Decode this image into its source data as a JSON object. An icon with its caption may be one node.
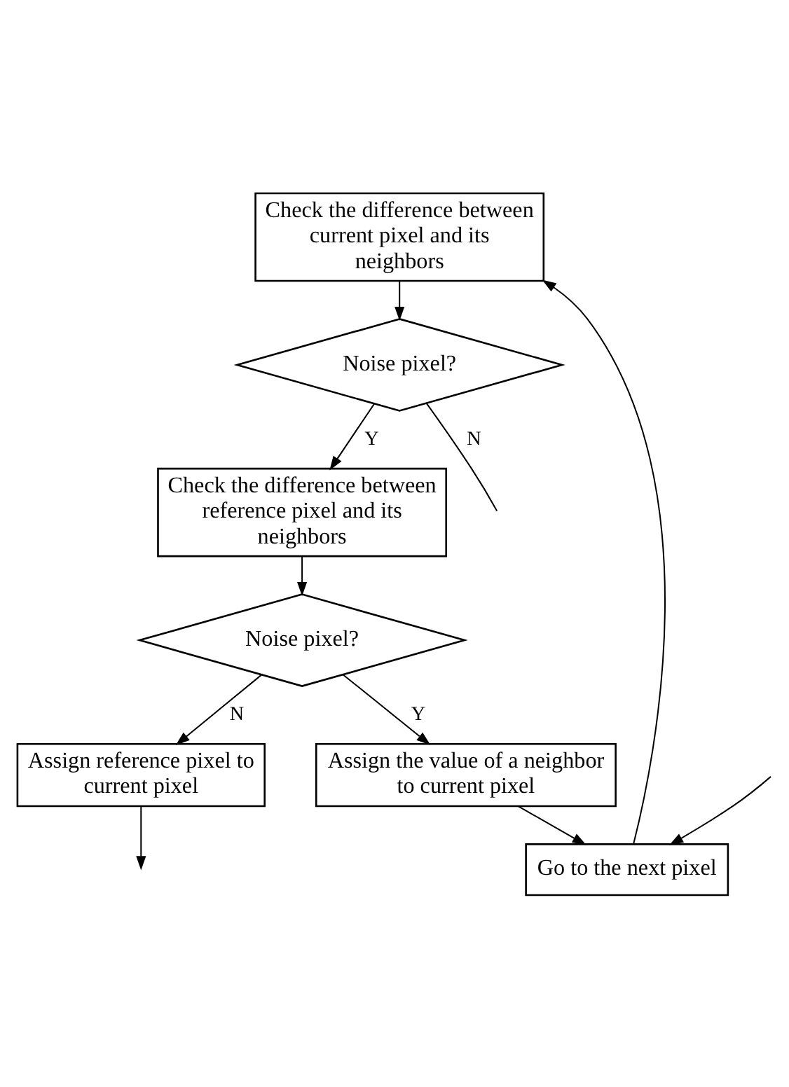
{
  "diagram": {
    "nodes": [
      {
        "text": [
          "Check the difference between current pixel and its neighbors"
        ]
      },
      {
        "text": [
          "Noise pixel?"
        ]
      },
      {
        "text": [
          "Check the difference between reference pixel and its neighbors"
        ]
      },
      {
        "text": [
          "Noise pixel?"
        ]
      },
      {
        "text": [
          "Assign reference pixel to current pixel"
        ]
      },
      {
        "text": [
          "Assign the value of a neighbor to current pixel"
        ]
      },
      {
        "text": [
          "Go to the next pixel"
        ]
      }
    ],
    "edges": [
      {
        "from": 0,
        "to": 1,
        "arrow": "to"
      },
      {
        "from": 1,
        "to": null,
        "arrow": "none",
        "label": "N"
      },
      {
        "from": 1,
        "to": 2,
        "arrow": "to",
        "label": "Y"
      },
      {
        "from": 2,
        "to": 3,
        "arrow": "to"
      },
      {
        "from": 3,
        "to": 5,
        "arrow": "to",
        "label": "Y"
      },
      {
        "from": 3,
        "to": 4,
        "arrow": "to",
        "label": "N"
      },
      {
        "from": 4,
        "to": null,
        "arrow": "to"
      },
      {
        "from": 5,
        "to": 6,
        "arrow": "to"
      },
      {
        "from": null,
        "to": 6,
        "arrow": "to"
      },
      {
        "from": 6,
        "to": 0,
        "arrow": "to"
      }
    ]
  }
}
